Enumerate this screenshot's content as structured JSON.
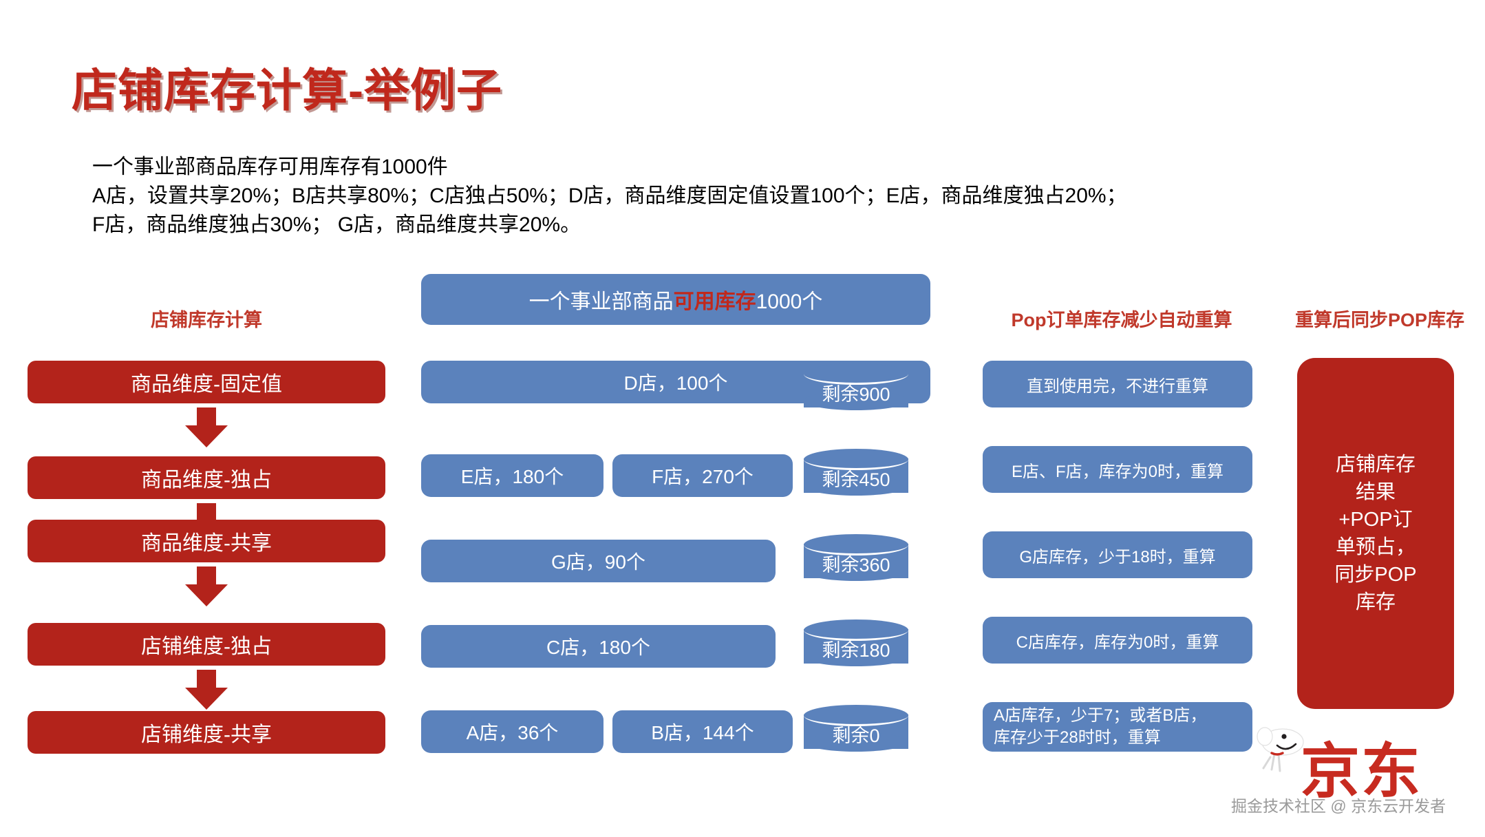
{
  "title": "店铺库存计算-举例子",
  "description": [
    "一个事业部商品库存可用库存有1000件",
    "A店，设置共享20%；B店共享80%；C店独占50%；D店，商品维度固定值设置100个；E店，商品维度独占20%；",
    "F店，商品维度独占30%； G店，商品维度共享20%。"
  ],
  "column_headers": {
    "calc": "店铺库存计算",
    "pop": "Pop订单库存减少自动重算",
    "sync": "重算后同步POP库存"
  },
  "banner": {
    "prefix": "一个事业部商品",
    "highlight": "可用库存",
    "suffix": "1000个"
  },
  "calc_steps": [
    "商品维度-固定值",
    "商品维度-独占",
    "商品维度-共享",
    "店铺维度-独占",
    "店铺维度-共享"
  ],
  "allocation_rows": [
    {
      "boxes": [
        "D店，100个"
      ]
    },
    {
      "boxes": [
        "E店，180个",
        "F店，270个"
      ]
    },
    {
      "boxes": [
        "G店，90个"
      ]
    },
    {
      "boxes": [
        "C店，180个"
      ]
    },
    {
      "boxes": [
        "A店，36个",
        "B店，144个"
      ]
    }
  ],
  "remaining": [
    "剩余900",
    "剩余450",
    "剩余360",
    "剩余180",
    "剩余0"
  ],
  "recalc_rules": [
    {
      "lines": [
        "直到使用完，不进行重算"
      ]
    },
    {
      "lines": [
        "E店、F店，库存为0时，重算"
      ]
    },
    {
      "lines": [
        "G店库存，少于18时，重算"
      ]
    },
    {
      "lines": [
        "C店库存，库存为0时，重算"
      ]
    },
    {
      "lines": [
        "A店库存，少于7；或者B店，",
        "库存少于28时时，重算"
      ]
    }
  ],
  "result_box": [
    "店铺库存",
    "结果",
    "+POP订",
    "单预占，",
    "同步POP",
    "库存"
  ],
  "branding": {
    "logo_text": "京东",
    "watermark": "掘金技术社区 @ 京东云开发者"
  },
  "colors": {
    "red": "#B3231B",
    "title_red": "#C0281C",
    "blue": "#5B82BC",
    "header_red": "#C0392B"
  }
}
